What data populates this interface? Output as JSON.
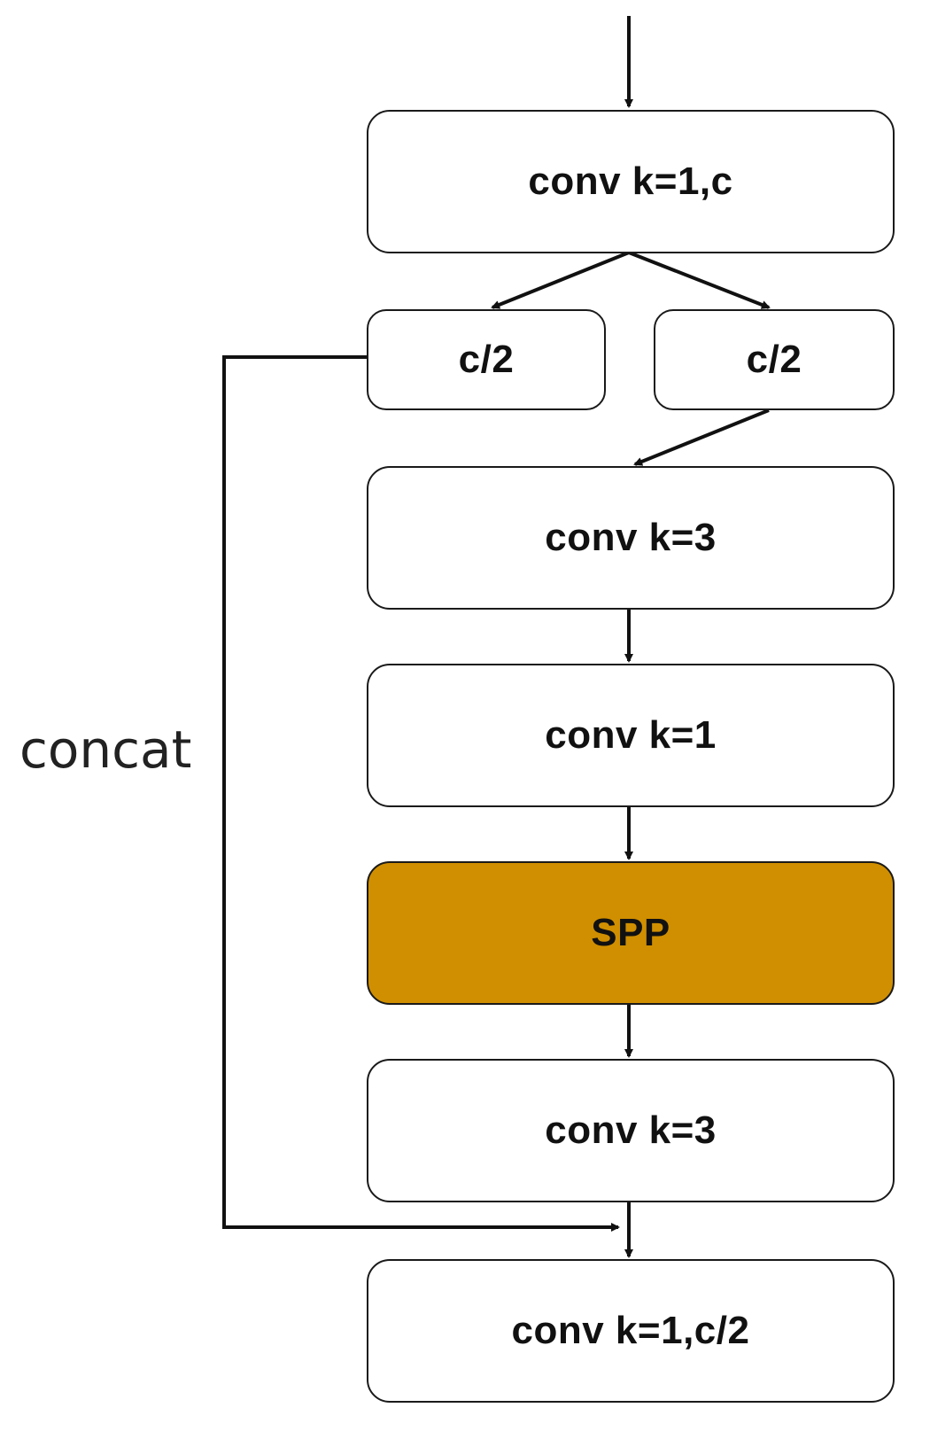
{
  "diagram": {
    "blocks": {
      "conv_k1_c": "conv k=1,c",
      "split_left": "c/2",
      "split_right": "c/2",
      "conv_k3_top": "conv k=3",
      "conv_k1": "conv k=1",
      "spp": "SPP",
      "conv_k3_bottom": "conv k=3",
      "conv_k1_c2": "conv k=1,c/2"
    },
    "concat_label": "concat",
    "colors": {
      "spp_fill": "#d08f00",
      "stroke": "#1a1a1a"
    }
  }
}
